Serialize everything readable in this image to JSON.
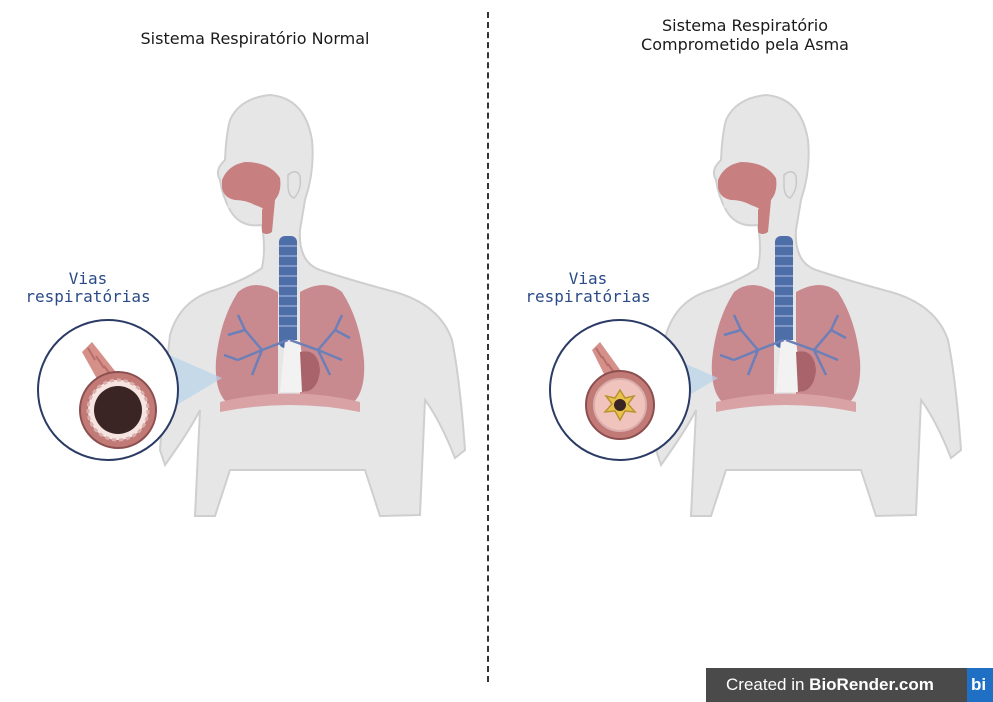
{
  "panels": {
    "left": {
      "title": "Sistema Respiratório Normal",
      "airway_label": "Vias\nrespiratórias",
      "airway_state": "normal"
    },
    "right": {
      "title": "Sistema Respiratório\nComprometido pela Asma",
      "airway_label": "Vias\nrespiratórias",
      "airway_state": "asthma-constricted"
    }
  },
  "footer": {
    "created_in": "Created in",
    "brand": "BioRender.com",
    "logo_text": "bi"
  },
  "colors": {
    "body": "#e6e6e6",
    "body_outline": "#cfcfcf",
    "lung": "#c98a8f",
    "lung_dark": "#a9636b",
    "trachea": "#4e6ea8",
    "nasal": "#c77f80",
    "bronchi": "#6b7fb8",
    "highlight": "#b8d3ea",
    "label_blue": "#2a4a86"
  }
}
